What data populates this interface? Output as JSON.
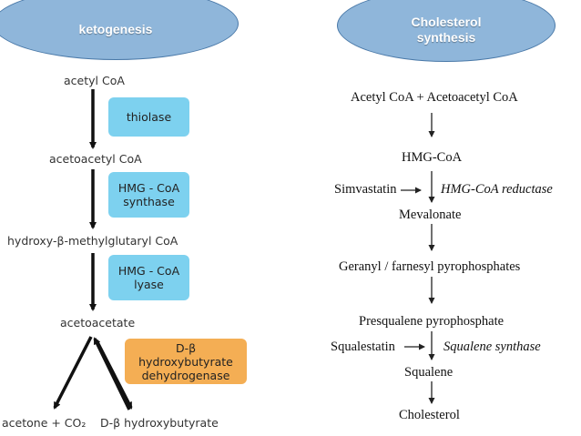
{
  "headers": {
    "ketogenesis": "ketogenesis",
    "cholesterol": "Cholesterol synthesis"
  },
  "ketogenesis": {
    "acetyl_coa": "acetyl CoA",
    "thiolase": "thiolase",
    "acetoacetyl_coa": "acetoacetyl CoA",
    "hmg_coa_synthase": "HMG - CoA synthase",
    "hmg_coa": "hydroxy-β-methylglutaryl CoA",
    "hmg_coa_lyase": "HMG - CoA lyase",
    "acetoacetate": "acetoacetate",
    "dehydrogenase": "D-β hydroxybutyrate dehydrogenase",
    "acetone_co2": "acetone + CO₂",
    "hydroxybutyrate": "D-β hydroxybutyrate"
  },
  "cholesterol": {
    "start": "Acetyl CoA + Acetoacetyl CoA",
    "hmg_coa": "HMG-CoA",
    "simvastatin": "Simvastatin",
    "hmg_reductase": "HMG-CoA reductase",
    "mevalonate": "Mevalonate",
    "geranyl": "Geranyl / farnesyl pyrophosphates",
    "presqualene": "Presqualene pyrophosphate",
    "squalestatin": "Squalestatin",
    "squalene_synthase": "Squalene synthase",
    "squalene": "Squalene",
    "cholesterol": "Cholesterol"
  },
  "colors": {
    "header_fill": "#8fb6da",
    "enzyme_blue": "#7dd1ef",
    "enzyme_orange": "#f4ae54"
  }
}
